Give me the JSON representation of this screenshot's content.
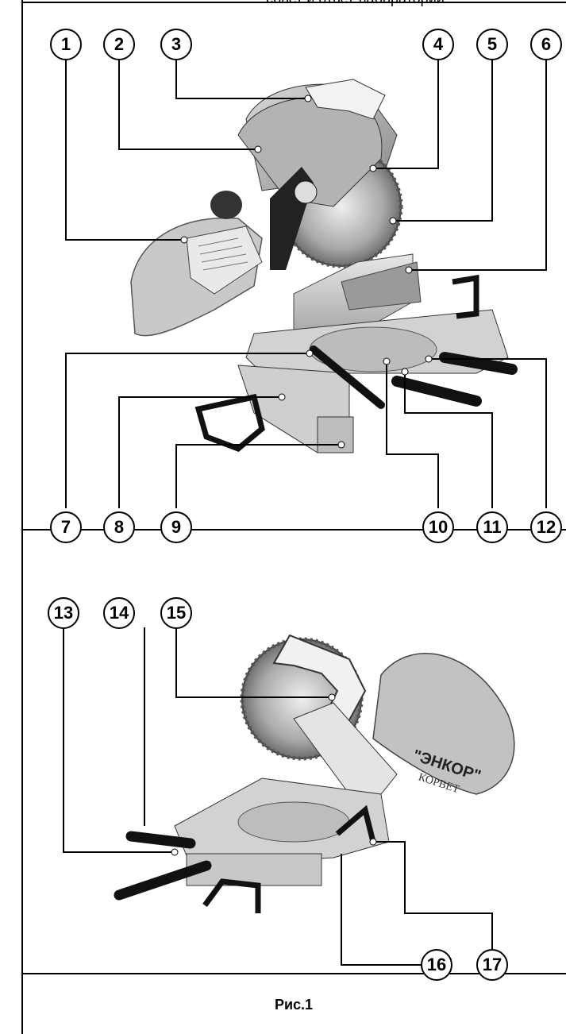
{
  "header": {
    "cut_text": "...совет и ответ лаборатории"
  },
  "figure": {
    "caption": "Рис.1",
    "brand_label": "\"ЭНКОР\"",
    "brand_sub": "КОРВЕТ",
    "callouts_top": [
      "1",
      "2",
      "3",
      "4",
      "5",
      "6",
      "7",
      "8",
      "9",
      "10",
      "11",
      "12"
    ],
    "callouts_bottom": [
      "13",
      "14",
      "15",
      "16",
      "17"
    ]
  }
}
